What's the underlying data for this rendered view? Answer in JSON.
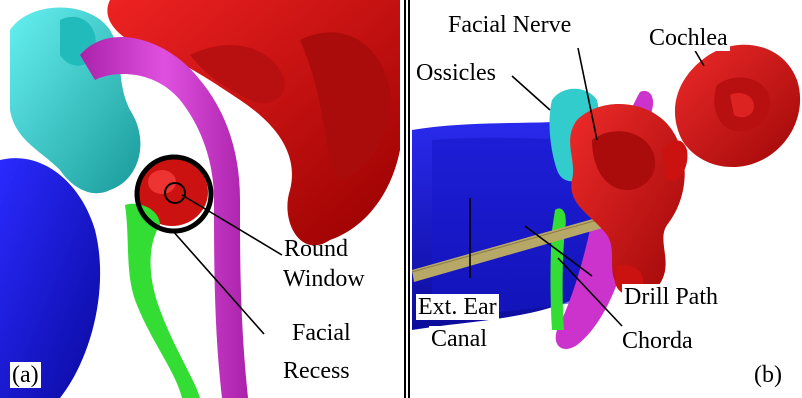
{
  "panel_a": {
    "panel_label": "(a)",
    "round_window_line1": "Round",
    "round_window_line2": "Window",
    "facial_recess_line1": "Facial",
    "facial_recess_line2": "Recess"
  },
  "panel_b": {
    "panel_label": "(b)",
    "facial_nerve": "Facial Nerve",
    "cochlea": "Cochlea",
    "ossicles": "Ossicles",
    "drill_path": "Drill Path",
    "ext_ear_canal_line1": "Ext. Ear",
    "ext_ear_canal_line2": "Canal",
    "chorda": "Chorda"
  },
  "colors": {
    "ear_canal_blue": "#1a1ad6",
    "ossicles_cyan": "#33cccc",
    "cochlea_red": "#cc1111",
    "facial_nerve_magenta": "#cc33cc",
    "chorda_green": "#33dd33",
    "drill_path_tan": "#b8a868",
    "target_ring": "#000000"
  }
}
